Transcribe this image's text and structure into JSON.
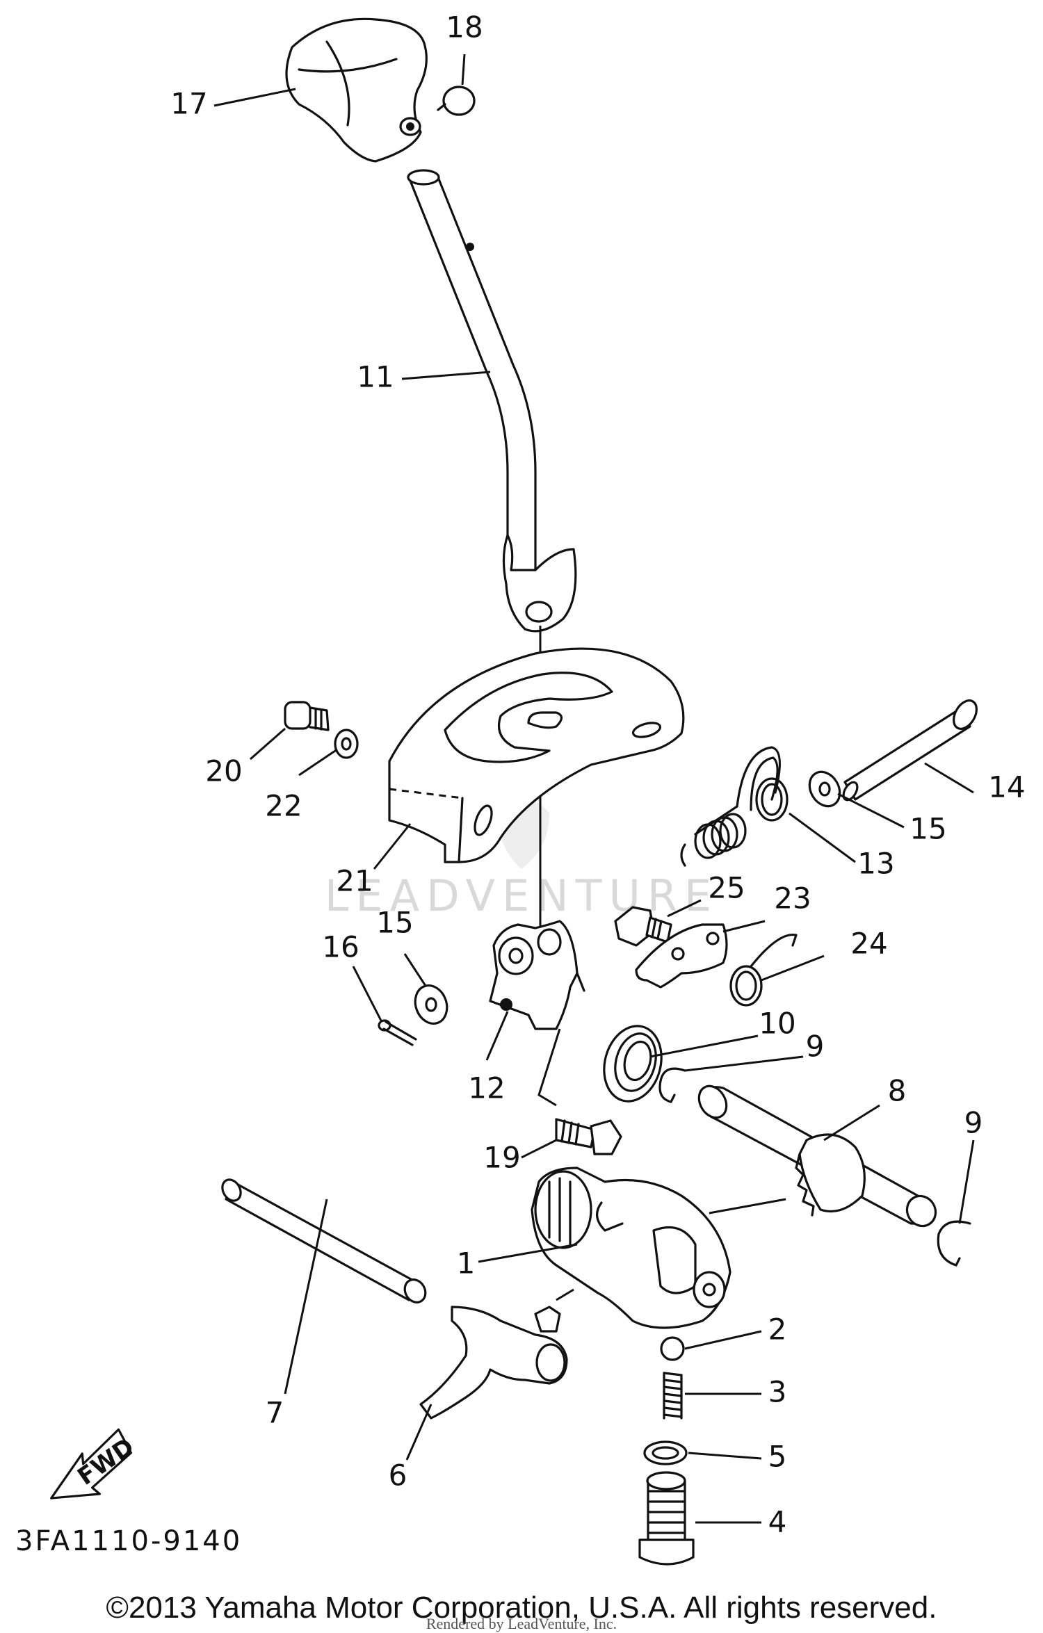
{
  "diagram_code": "3FA1110-9140",
  "fwd_label": "FWD",
  "watermark": "LEADVENTURE",
  "copyright": "©2013 Yamaha Motor Corporation, U.S.A. All rights reserved.",
  "rendered_by": "Rendered by LeadVenture, Inc.",
  "callouts": {
    "c1": "1",
    "c2": "2",
    "c3": "3",
    "c4": "4",
    "c5": "5",
    "c6": "6",
    "c7": "7",
    "c8": "8",
    "c9a": "9",
    "c9b": "9",
    "c10": "10",
    "c11": "11",
    "c12": "12",
    "c13": "13",
    "c14": "14",
    "c15a": "15",
    "c15b": "15",
    "c16": "16",
    "c17": "17",
    "c18": "18",
    "c19": "19",
    "c20": "20",
    "c21": "21",
    "c22": "22",
    "c23": "23",
    "c24": "24",
    "c25": "25"
  }
}
